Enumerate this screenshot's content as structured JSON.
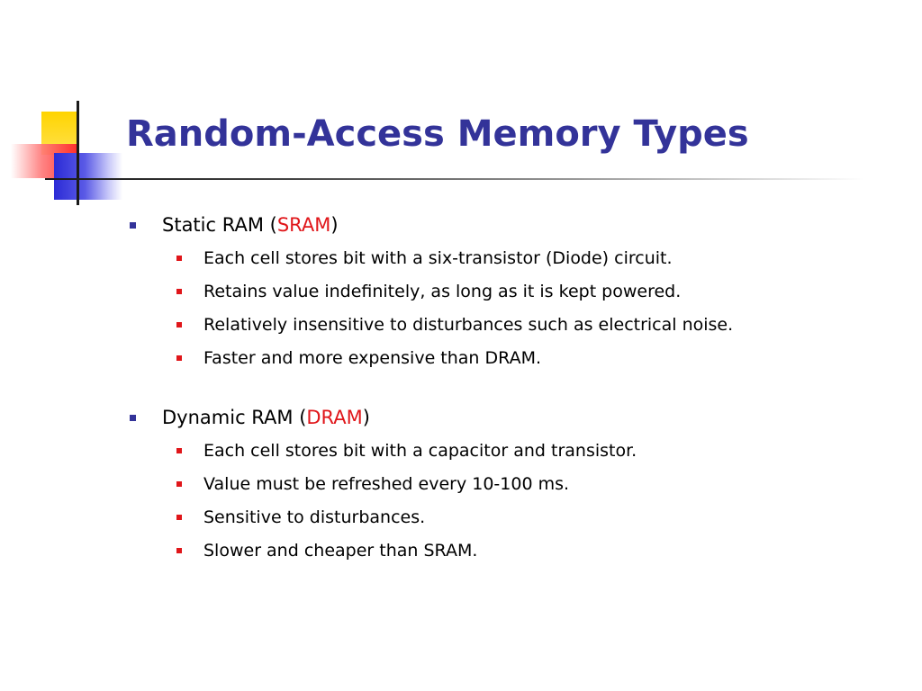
{
  "slide": {
    "title": "Random-Access Memory Types",
    "sections": [
      {
        "heading_prefix": "Static RAM (",
        "heading_term": "SRAM",
        "heading_suffix": ")",
        "items": [
          "Each cell stores bit with a six-transistor (Diode) circuit.",
          "Retains value indefinitely, as long as it is kept powered.",
          "Relatively insensitive to disturbances such as electrical noise.",
          "Faster and more expensive than DRAM."
        ]
      },
      {
        "heading_prefix": "Dynamic RAM (",
        "heading_term": "DRAM",
        "heading_suffix": ")",
        "items": [
          "Each cell stores bit with a capacitor and transistor.",
          "Value must be refreshed every 10-100 ms.",
          "Sensitive to disturbances.",
          "Slower and cheaper than SRAM."
        ]
      }
    ]
  },
  "colors": {
    "title": "#333399",
    "level1_bullet": "#333399",
    "level2_bullet": "#e0161a",
    "highlight_term": "#e0161a"
  }
}
